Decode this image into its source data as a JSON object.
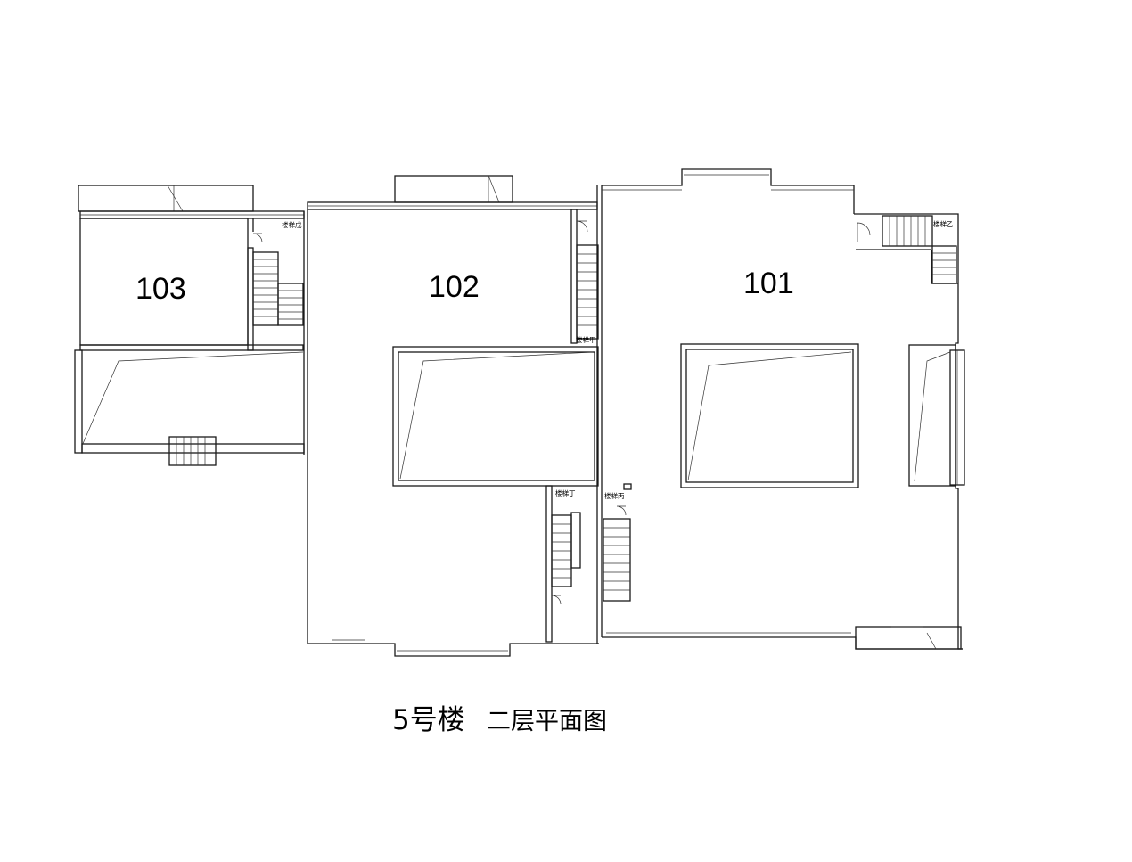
{
  "rooms": {
    "r103": "103",
    "r102": "102",
    "r101": "101"
  },
  "stairs": {
    "wu": "楼梯戊",
    "jia": "楼梯甲",
    "yi": "楼梯乙",
    "ding": "楼梯丁",
    "bing": "楼梯丙"
  },
  "caption": {
    "building": "5号楼",
    "floor": "二层平面图"
  }
}
